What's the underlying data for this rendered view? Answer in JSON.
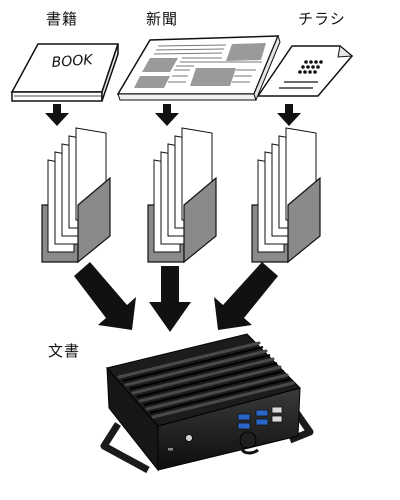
{
  "sources": [
    {
      "label": "書籍",
      "icon": "book-icon",
      "cover_text": "BOOK"
    },
    {
      "label": "新聞",
      "icon": "newspaper-icon"
    },
    {
      "label": "チラシ",
      "icon": "flyer-icon"
    }
  ],
  "output": {
    "label": "文書",
    "icon": "mini-pc-icon"
  },
  "colors": {
    "ink": "#111111",
    "tray": "#8a8a8a",
    "device": "#1a1a1a",
    "port": "#2a66c9"
  }
}
